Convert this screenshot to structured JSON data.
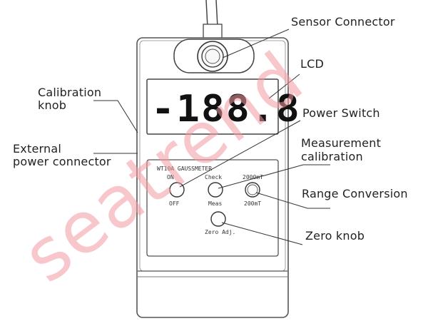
{
  "labels": {
    "sensor_connector": "Sensor Connector",
    "lcd": "LCD",
    "calibration_knob_line1": "Calibration",
    "calibration_knob_line2": "knob",
    "power_switch": "Power Switch",
    "external_power_line1": "External",
    "external_power_line2": "power connector",
    "measurement_calibration_line1": "Measurement",
    "measurement_calibration_line2": "calibration",
    "range_conversion": "Range Conversion",
    "zero_knob": "Zero knob"
  },
  "device": {
    "lcd_reading": "-188.8",
    "model": "WT10A GAUSSMETER",
    "switch_on": "ON",
    "switch_off": "OFF",
    "check": "Check",
    "meas": "Meas",
    "range_high": "2000mT",
    "range_low": "200mT",
    "zero_adj": "Zero Adj."
  },
  "watermark": "seatrend",
  "colors": {
    "watermark": "#f29aa1",
    "line": "#333333",
    "text": "#222222"
  }
}
